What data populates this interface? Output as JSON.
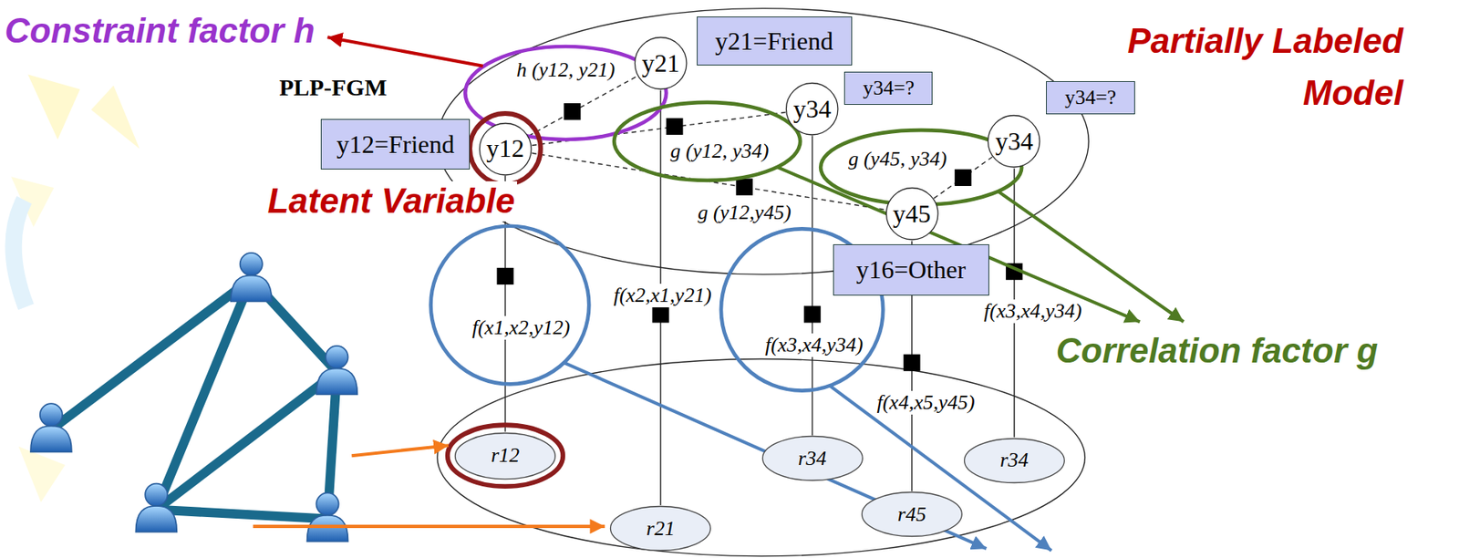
{
  "diagram": {
    "nodes": [
      {
        "text": [
          "y21"
        ]
      },
      {
        "text": [
          "y21=Friend"
        ]
      },
      {
        "text": [
          "y34=?"
        ]
      },
      {
        "text": [
          "y34"
        ]
      },
      {
        "text": [
          "y34=?"
        ]
      },
      {
        "text": [
          "y12=Friend"
        ]
      },
      {
        "text": [
          "y12"
        ]
      },
      {
        "text": [
          "y34"
        ]
      },
      {
        "text": [
          "y45"
        ]
      },
      {
        "text": [
          "y16=Other"
        ]
      },
      {
        "text": [
          "r12"
        ]
      },
      {
        "text": [
          "r34"
        ]
      },
      {
        "text": [
          "r34"
        ]
      },
      {
        "text": [
          "r21"
        ]
      },
      {
        "text": [
          "r45"
        ]
      }
    ],
    "edges": [
      {
        "from": 6,
        "to": 0,
        "arrow": "none"
      },
      {
        "from": 6,
        "to": 3,
        "arrow": "none"
      },
      {
        "from": 6,
        "to": 8,
        "arrow": "none"
      },
      {
        "from": 8,
        "to": 7,
        "arrow": "none"
      },
      {
        "from": 6,
        "to": 10,
        "arrow": "none"
      },
      {
        "from": 0,
        "to": 13,
        "arrow": "none"
      },
      {
        "from": 3,
        "to": 11,
        "arrow": "none"
      },
      {
        "from": 8,
        "to": 14,
        "arrow": "none"
      },
      {
        "from": 7,
        "to": 12,
        "arrow": "none"
      }
    ],
    "labels": [
      "Constraint factor h",
      "h (y12, y21)",
      "PLP-FGM",
      "Partially Labeled Model",
      "g (y12, y34)",
      "g (y45, y34)",
      "Latent Variable",
      "g (y12,y45)",
      "f(x2,x1,y21)",
      "f(x1,x2,y12)",
      "f(x3,x4,y34)",
      "Correlation factor g",
      "f(x3,x4,y34)",
      "f(x4,x5,y45)"
    ]
  }
}
